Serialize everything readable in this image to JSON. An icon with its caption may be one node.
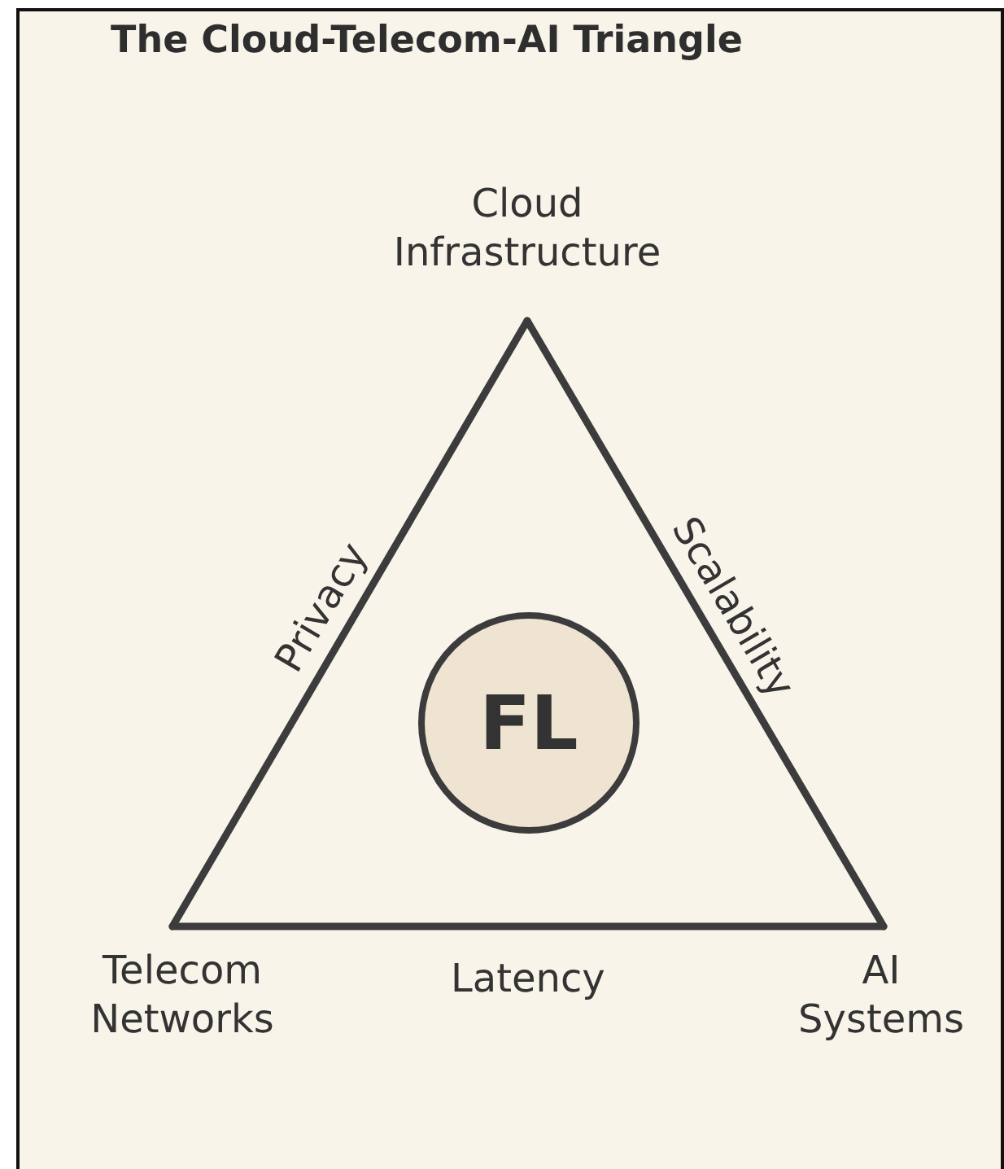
{
  "diagram": {
    "title": "The Cloud-Telecom-AI Triangle",
    "nodes": [
      {
        "text": [
          "Cloud Infrastructure"
        ]
      },
      {
        "text": [
          "Telecom Networks"
        ]
      },
      {
        "text": [
          "AI Systems"
        ]
      },
      {
        "text": [
          "FL"
        ]
      }
    ],
    "edges": [
      {
        "from": 0,
        "to": 1,
        "arrow": "none",
        "label": "Privacy"
      },
      {
        "from": 0,
        "to": 2,
        "arrow": "none",
        "label": "Scalability"
      },
      {
        "from": 1,
        "to": 2,
        "arrow": "none",
        "label": "Latency"
      }
    ]
  }
}
